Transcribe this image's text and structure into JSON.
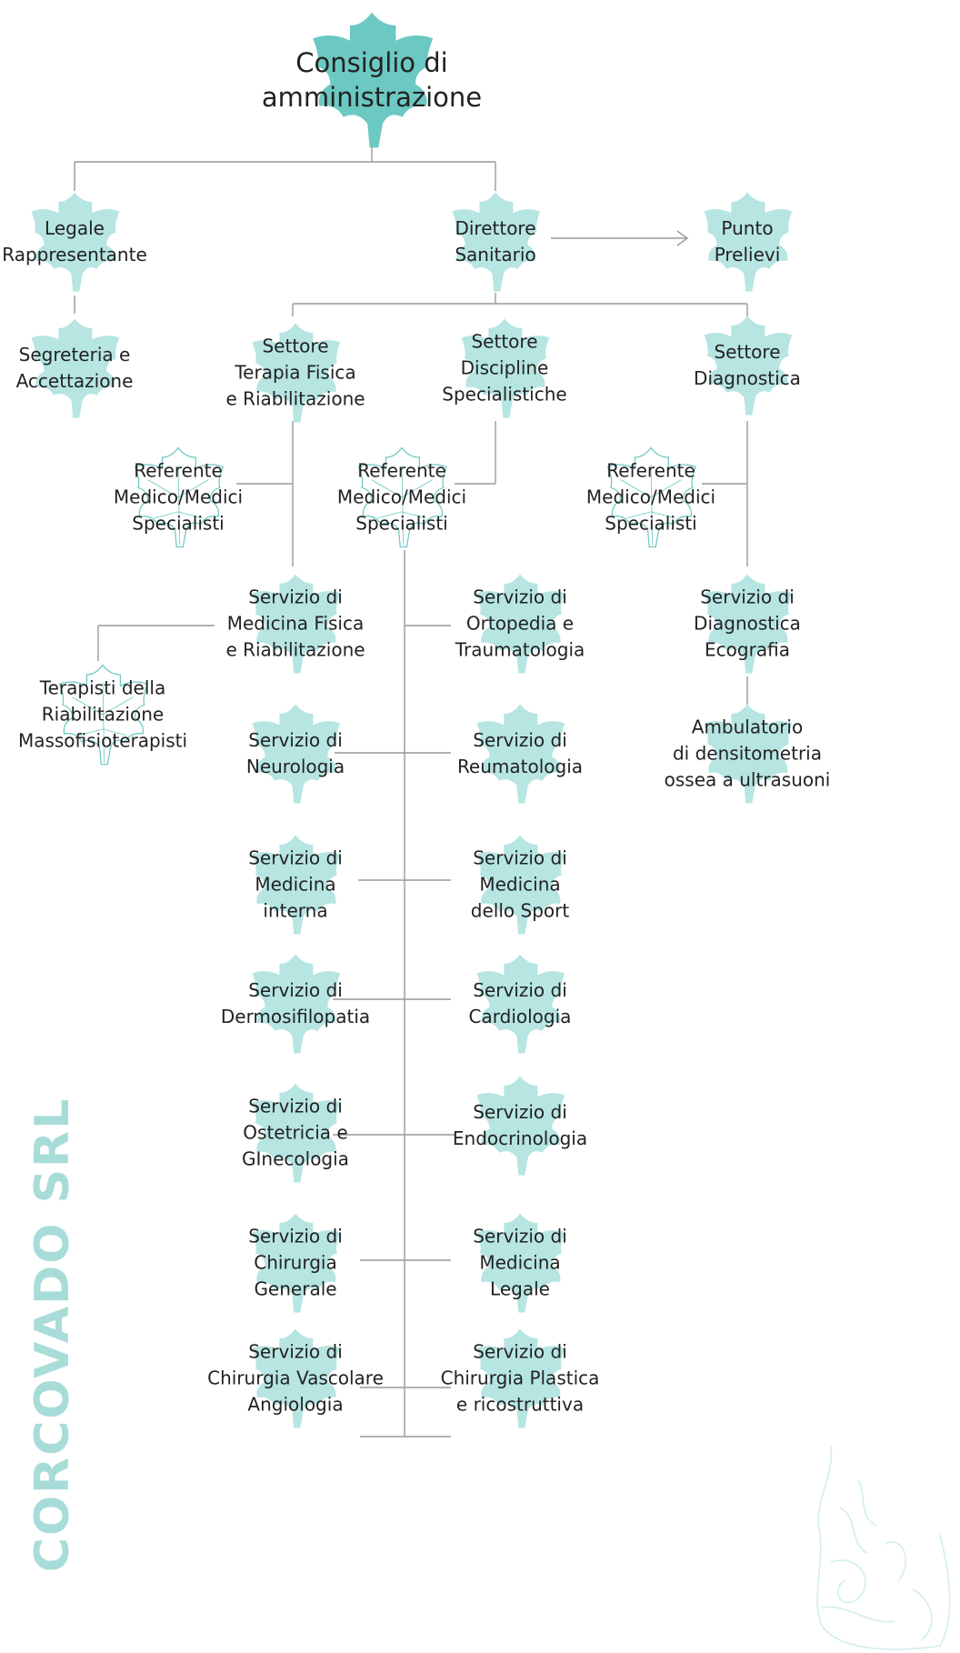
{
  "brand": {
    "text": "CORCOVADO SRL",
    "color": "#a8dcd8"
  },
  "colors": {
    "leaf": "#b6e5e2",
    "root_leaf": "#6cc8c2",
    "outline": "#6cc8c2",
    "line": "#999999",
    "text": "#222222"
  },
  "nodes": {
    "root": [
      "Consiglio di",
      "amministrazione"
    ],
    "legale": [
      "Legale",
      "Rappresentante"
    ],
    "segreteria": [
      "Segreteria e",
      "Accettazione"
    ],
    "direttore": [
      "Direttore",
      "Sanitario"
    ],
    "punto_prelievi": [
      "Punto",
      "Prelievi"
    ],
    "settore_terapia": [
      "Settore",
      "Terapia Fisica",
      "e Riabilitazione"
    ],
    "settore_discipline": [
      "Settore",
      "Discipline",
      "Specialistiche"
    ],
    "settore_diagnostica": [
      "Settore",
      "Diagnostica"
    ],
    "referente_terapia": [
      "Referente",
      "Medico/Medici",
      "Specialisti"
    ],
    "referente_discipline": [
      "Referente",
      "Medico/Medici",
      "Specialisti"
    ],
    "referente_diagnostica": [
      "Referente",
      "Medico/Medici",
      "Specialisti"
    ],
    "medicina_fisica": [
      "Servizio di",
      "Medicina Fisica",
      "e Riabilitazione"
    ],
    "terapisti": [
      "Terapisti della",
      "Riabilitazione",
      "Massofisioterapisti"
    ],
    "diagnostica_ecografia": [
      "Servizio di",
      "Diagnostica",
      "Ecografia"
    ],
    "densitometria": [
      "Ambulatorio",
      "di densitometria",
      "ossea a ultrasuoni"
    ],
    "ortopedia": [
      "Servizio di",
      "Ortopedia e",
      "Traumatologia"
    ],
    "neurologia": [
      "Servizio di",
      "Neurologia"
    ],
    "reumatologia": [
      "Servizio di",
      "Reumatologia"
    ],
    "medicina_interna": [
      "Servizio di",
      "Medicina",
      "interna"
    ],
    "medicina_sport": [
      "Servizio di",
      "Medicina",
      "dello Sport"
    ],
    "dermosifilopatia": [
      "Servizio di",
      "Dermosifilopatia"
    ],
    "cardiologia": [
      "Servizio di",
      "Cardiologia"
    ],
    "ostetricia": [
      "Servizio di",
      "Ostetricia e",
      "GInecologia"
    ],
    "endocrinologia": [
      "Servizio di",
      "Endocrinologia"
    ],
    "chirurgia_generale": [
      "Servizio di",
      "Chirurgia",
      "Generale"
    ],
    "medicina_legale": [
      "Servizio di",
      "Medicina",
      "Legale"
    ],
    "chirurgia_vascolare": [
      "Servizio di",
      "Chirurgia Vascolare",
      "Angiologia"
    ],
    "chirurgia_plastica": [
      "Servizio di",
      "Chirurgia Plastica",
      "e ricostruttiva"
    ]
  }
}
